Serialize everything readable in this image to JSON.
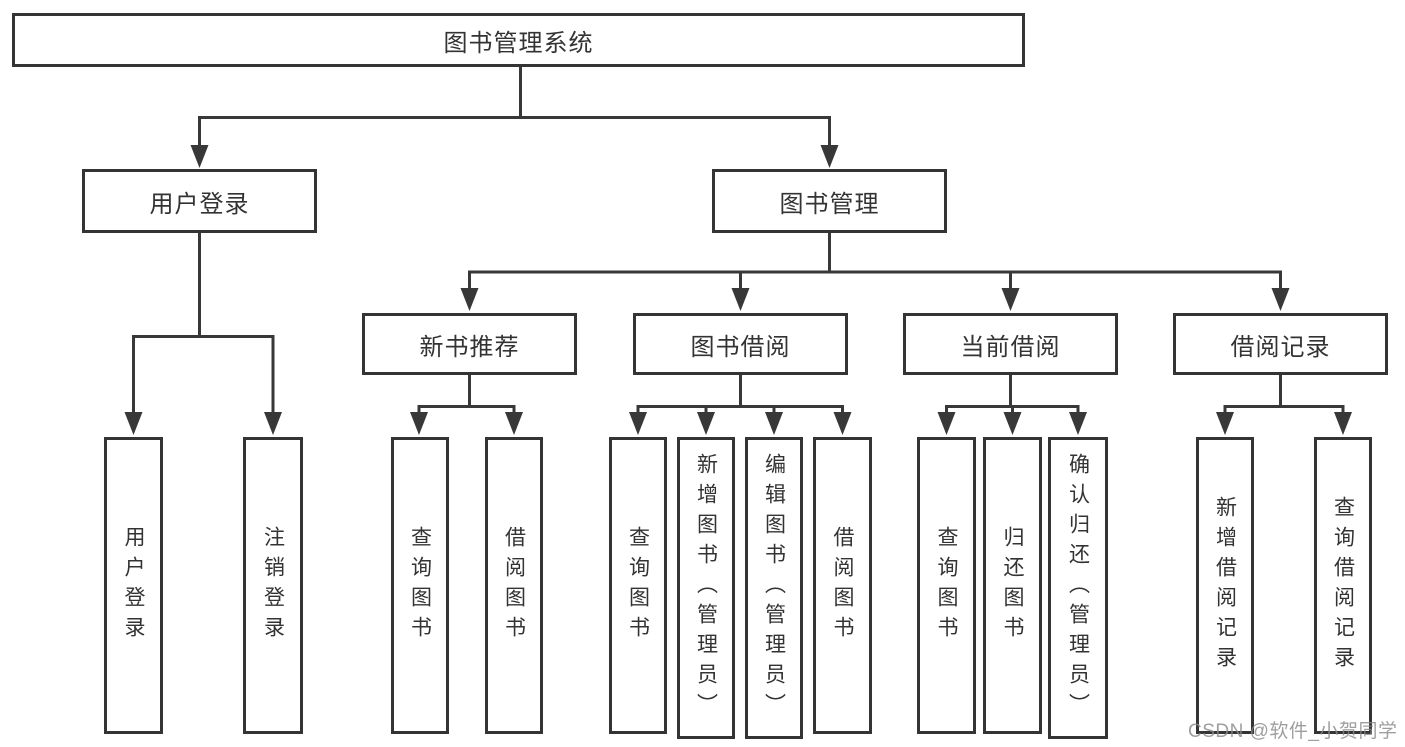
{
  "diagram": {
    "root": {
      "label": "图书管理系统"
    },
    "branches": [
      {
        "label": "用户登录",
        "children": [
          {
            "label": "用户登录"
          },
          {
            "label": "注销登录"
          }
        ]
      },
      {
        "label": "图书管理",
        "children": [
          {
            "label": "新书推荐",
            "children": [
              {
                "label": "查询图书"
              },
              {
                "label": "借阅图书"
              }
            ]
          },
          {
            "label": "图书借阅",
            "children": [
              {
                "label": "查询图书"
              },
              {
                "label": "新增图书（管理员）"
              },
              {
                "label": "编辑图书（管理员）"
              },
              {
                "label": "借阅图书"
              }
            ]
          },
          {
            "label": "当前借阅",
            "children": [
              {
                "label": "查询图书"
              },
              {
                "label": "归还图书"
              },
              {
                "label": "确认归还（管理员）"
              }
            ]
          },
          {
            "label": "借阅记录",
            "children": [
              {
                "label": "新增借阅记录"
              },
              {
                "label": "查询借阅记录"
              }
            ]
          }
        ]
      }
    ]
  },
  "watermark": {
    "text": "CSDN @软件_小贺同学"
  },
  "colors": {
    "line": "#383838",
    "border": "#343434",
    "text": "#333333",
    "background": "#ffffff",
    "watermark_gray": "#8a8a8a"
  }
}
